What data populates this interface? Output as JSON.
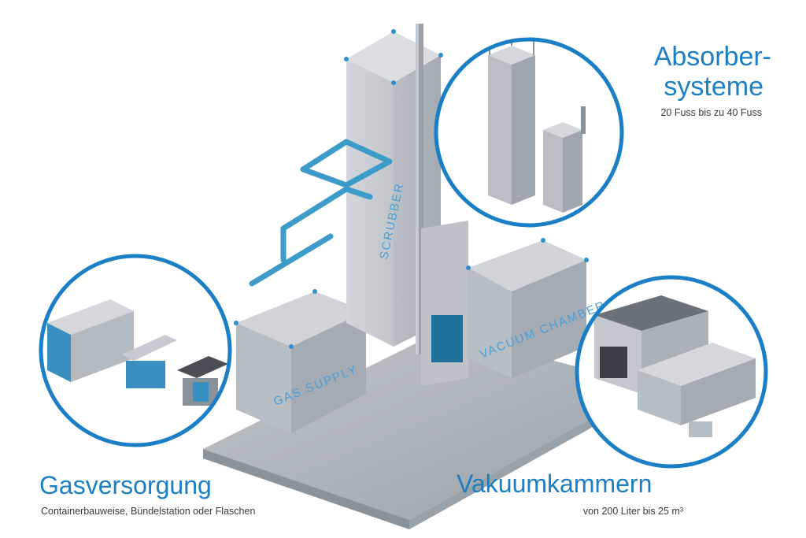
{
  "colors": {
    "accent": "#1a7fc4",
    "steel_light": "#c9ced3",
    "steel_mid": "#a7aeb5",
    "steel_dark": "#8d959d",
    "pipe": "#3d9bc9",
    "floor": "#aeb5bb"
  },
  "labels": {
    "absorber_title_line1": "Absorber-",
    "absorber_title_line2": "systeme",
    "absorber_subtitle": "20 Fuss bis zu 40 Fuss",
    "gas_title": "Gasversorgung",
    "gas_subtitle": "Containerbauweise, Bündelstation oder Flaschen",
    "vacuum_title": "Vakuumkammern",
    "vacuum_subtitle": "von 200 Liter bis 25 m³"
  },
  "plates": {
    "scrubber": "SCRUBBER",
    "gas_supply": "GAS SUPPLY",
    "vacuum_chamber": "VACUUM CHAMBER"
  }
}
